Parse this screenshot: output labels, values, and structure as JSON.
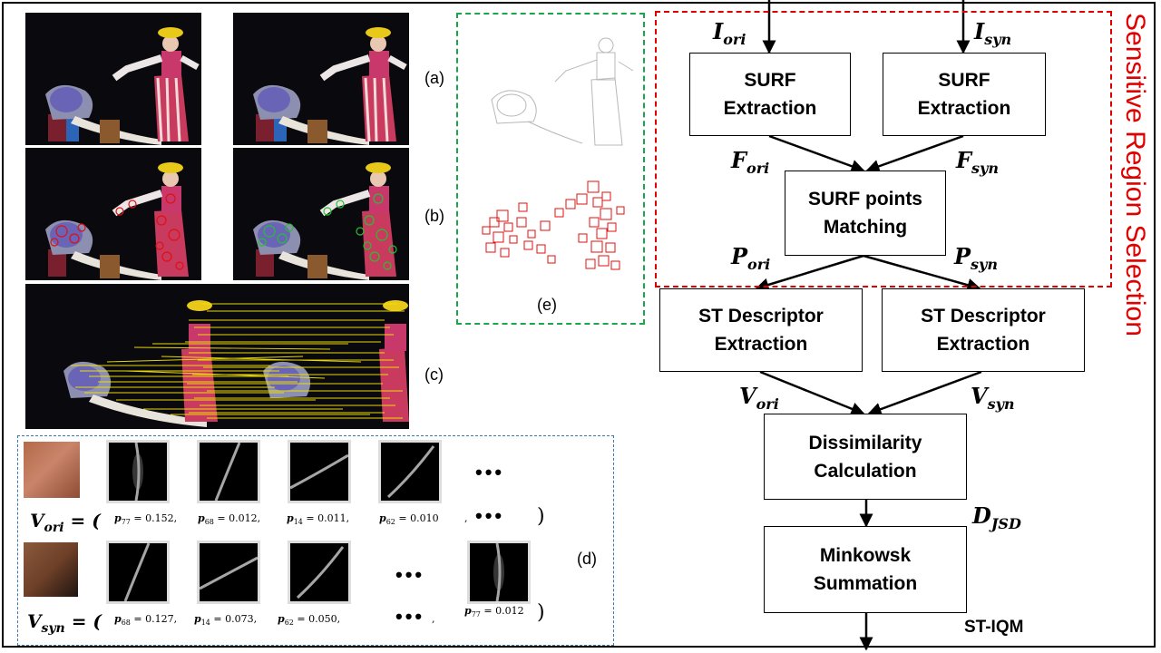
{
  "panel_labels": {
    "a": "(a)",
    "b": "(b)",
    "c": "(c)",
    "d": "(d)",
    "e": "(e)"
  },
  "inputs": {
    "ori": {
      "base": "I",
      "sub": "ori"
    },
    "syn": {
      "base": "I",
      "sub": "syn"
    }
  },
  "boxes": {
    "surf_ori": "SURF\nExtraction",
    "surf_syn": "SURF\nExtraction",
    "matching": "SURF points\nMatching",
    "st_ori": "ST Descriptor\nExtraction",
    "st_syn": "ST Descriptor\nExtraction",
    "dissimilarity": "Dissimilarity\nCalculation",
    "minkowski": "Minkowsk\nSummation"
  },
  "features": {
    "f_ori": {
      "base": "F",
      "sub": "ori"
    },
    "f_syn": {
      "base": "F",
      "sub": "syn"
    },
    "p_ori": {
      "base": "P",
      "sub": "ori"
    },
    "p_syn": {
      "base": "P",
      "sub": "syn"
    },
    "v_ori": {
      "base": "V",
      "sub": "ori"
    },
    "v_syn": {
      "base": "V",
      "sub": "syn"
    },
    "d_jsd": {
      "base": "D",
      "sub": "JSD"
    }
  },
  "output_label": "ST-IQM",
  "region_label": "Sensitive Region Selection",
  "descriptor": {
    "ori_prefix": {
      "base": "V",
      "sub": "ori",
      "tail": " = ("
    },
    "syn_prefix": {
      "base": "V",
      "sub": "syn",
      "tail": " = ("
    },
    "ori_probs": [
      {
        "sub": "77",
        "value": "= 0.152,"
      },
      {
        "sub": "68",
        "value": "= 0.012,"
      },
      {
        "sub": "14",
        "value": "= 0.011,"
      },
      {
        "sub": "62",
        "value": "= 0.010"
      }
    ],
    "syn_probs": [
      {
        "sub": "68",
        "value": "= 0.127,"
      },
      {
        "sub": "14",
        "value": "= 0.073,"
      },
      {
        "sub": "62",
        "value": "= 0.050,"
      },
      {
        "sub": "77",
        "value": "= 0.012"
      }
    ],
    "comma": ",",
    "ellipsis": "•••",
    "close_paren": ")"
  },
  "colors": {
    "region_dash": "#e00000",
    "panel_e_dash": "#1aa64a",
    "panel_d_border": "#3a78b0",
    "match_lines": "#f2e20a",
    "red_points": "#e01010",
    "green_points": "#26c030"
  }
}
